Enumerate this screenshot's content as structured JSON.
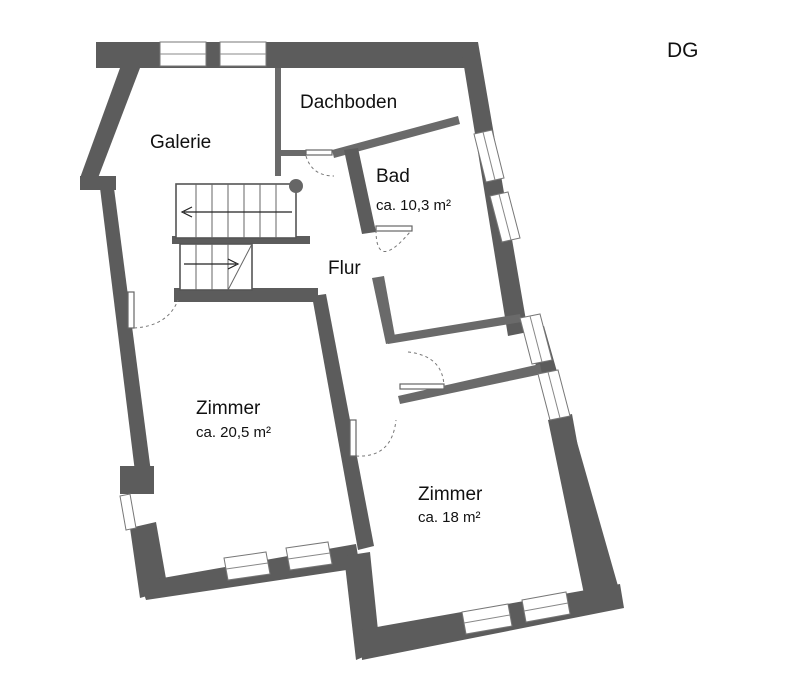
{
  "floor": "DG",
  "rooms": [
    {
      "name": "Dachboden",
      "area": ""
    },
    {
      "name": "Galerie",
      "area": ""
    },
    {
      "name": "Bad",
      "area": "ca. 10,3 m²"
    },
    {
      "name": "Flur",
      "area": ""
    },
    {
      "name": "Zimmer",
      "area": "ca. 20,5 m²"
    },
    {
      "name": "Zimmer",
      "area": "ca. 18 m²"
    }
  ]
}
